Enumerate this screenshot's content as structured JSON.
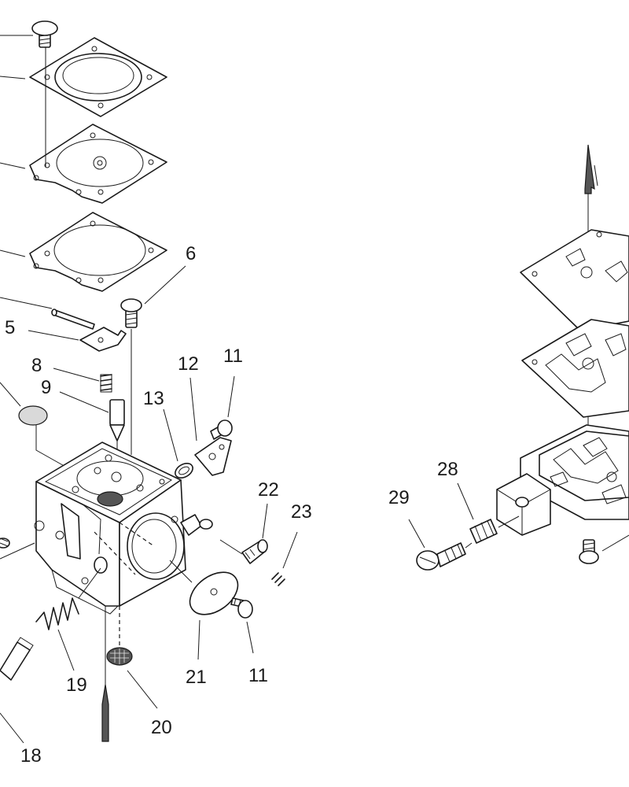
{
  "labels": {
    "l5": "5",
    "l6": "6",
    "l8": "8",
    "l9": "9",
    "l11a": "11",
    "l11b": "11",
    "l12": "12",
    "l13": "13",
    "l18": "18",
    "l19": "19",
    "l20": "20",
    "l21": "21",
    "l22": "22",
    "l23": "23",
    "l28": "28",
    "l29": "29"
  }
}
